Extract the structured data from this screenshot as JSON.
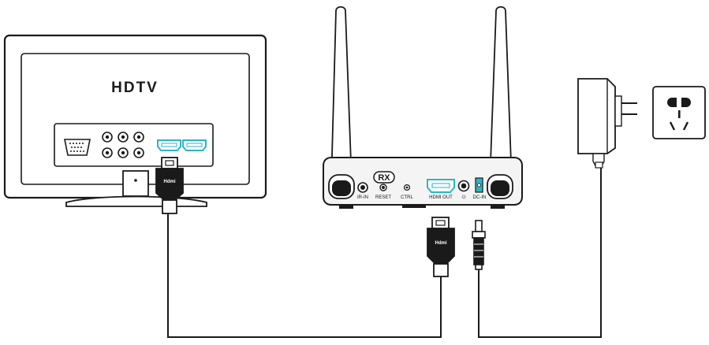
{
  "tv": {
    "label": "HDTV"
  },
  "receiver": {
    "badge": "RX",
    "ports": {
      "ir_in": "IR-IN",
      "reset": "RESET",
      "ctrl": "CTRL",
      "hdmi_out": "HDMI OUT",
      "power": "⏻",
      "dc_in": "DC-IN"
    }
  },
  "cables": {
    "hdmi_plug_label": "Hdmi"
  },
  "colors": {
    "line": "#1a1a1a",
    "hdmi_accent": "#29b6c6",
    "fill_light": "#f4f4f4",
    "background": "#ffffff"
  }
}
